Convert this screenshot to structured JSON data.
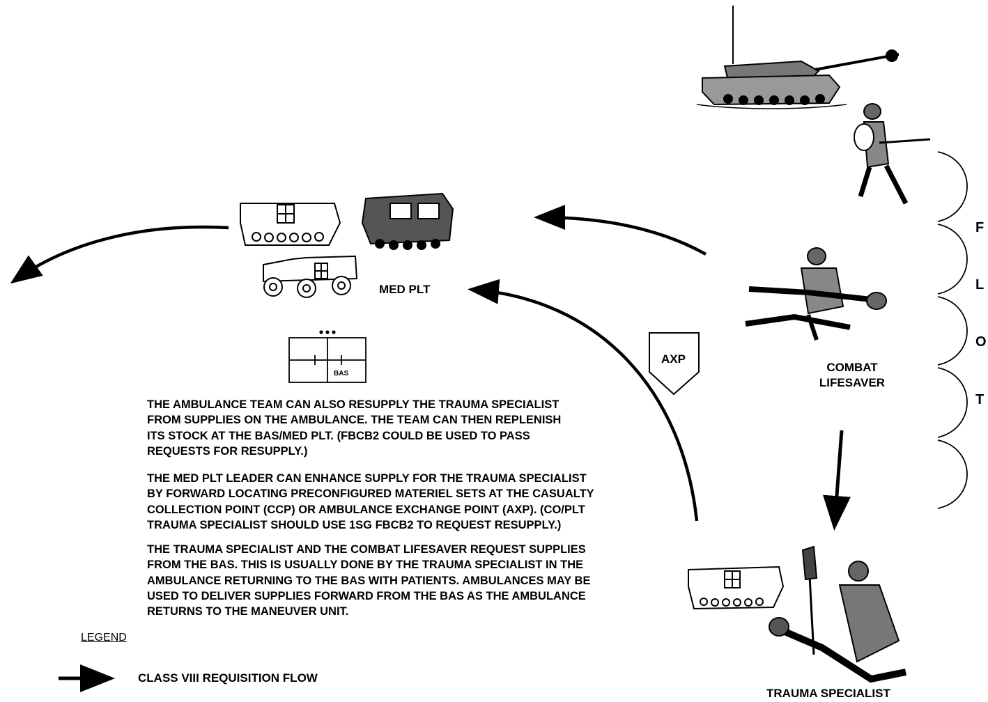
{
  "labels": {
    "med_plt": "MED PLT",
    "axp": "AXP",
    "bas": "BAS",
    "combat_lifesaver": [
      "COMBAT",
      "LIFESAVER"
    ],
    "trauma_specialist": "TRAUMA SPECIALIST"
  },
  "paragraphs": [
    [
      "THE AMBULANCE TEAM CAN ALSO RESUPPLY THE TRAUMA SPECIALIST",
      "FROM SUPPLIES ON THE AMBULANCE.  THE TEAM CAN THEN REPLENISH",
      "ITS STOCK AT THE BAS/MED PLT. (FBCB2 COULD  BE USED TO PASS",
      "REQUESTS FOR RESUPPLY.)"
    ],
    [
      "THE MED PLT LEADER CAN ENHANCE SUPPLY FOR  THE TRAUMA SPECIALIST",
      "BY FORWARD LOCATING PRECONFIGURED MATERIEL SETS AT THE CASUALTY",
      "COLLECTION POINT (CCP) OR AMBULANCE EXCHANGE POINT (AXP). (CO/PLT",
      "TRAUMA SPECIALIST SHOULD USE 1SG FBCB2 TO REQUEST RESUPPLY.)"
    ],
    [
      "THE TRAUMA SPECIALIST AND THE COMBAT LIFESAVER REQUEST SUPPLIES",
      "FROM THE BAS.  THIS IS USUALLY DONE BY THE TRAUMA SPECIALIST IN THE",
      "AMBULANCE RETURNING TO THE BAS WITH PATIENTS.  AMBULANCES MAY BE",
      "USED TO DELIVER SUPPLIES FORWARD FROM THE BAS AS THE AMBULANCE",
      "RETURNS TO THE MANEUVER UNIT."
    ]
  ],
  "flot_letters": [
    "F",
    "L",
    "O",
    "T"
  ],
  "legend": {
    "title": "LEGEND",
    "items": [
      {
        "label": "CLASS VIII REQUISITION FLOW"
      }
    ]
  }
}
